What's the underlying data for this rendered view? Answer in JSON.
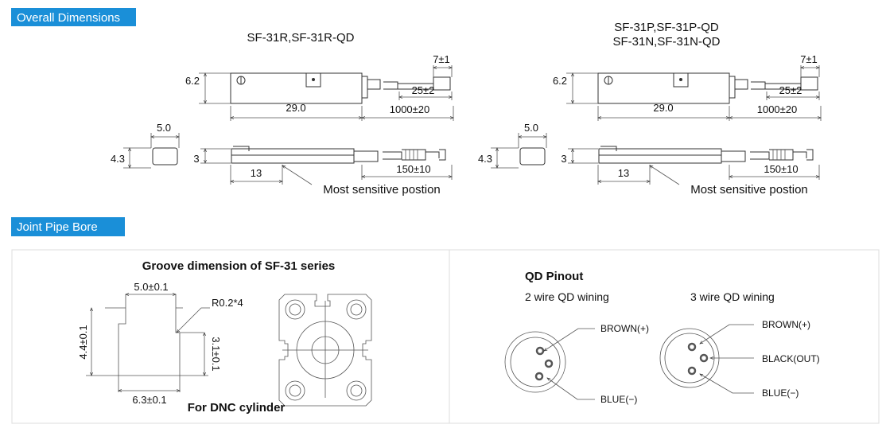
{
  "sections": {
    "overall_dimensions": "Overall Dimensions",
    "joint_pipe_bore": "Joint Pipe Bore"
  },
  "colors": {
    "header_bg": "#1a8fd8",
    "line": "#333333"
  },
  "drawing_left": {
    "title": "SF-31R,SF-31R-QD",
    "height": "6.2",
    "length": "29.0",
    "cable_length": "1000±20",
    "strip": "25±2",
    "tip": "7±1",
    "width": "5.0",
    "block_height": "4.3",
    "thickness": "3",
    "sensor_pos": "13",
    "pigtail": "150±10",
    "note": "Most sensitive postion"
  },
  "drawing_right": {
    "title_line1": "SF-31P,SF-31P-QD",
    "title_line2": "SF-31N,SF-31N-QD",
    "height": "6.2",
    "length": "29.0",
    "cable_length": "1000±20",
    "strip": "25±2",
    "tip": "7±1",
    "width": "5.0",
    "block_height": "4.3",
    "thickness": "3",
    "sensor_pos": "13",
    "pigtail": "150±10",
    "note": "Most sensitive postion"
  },
  "groove": {
    "title": "Groove dimension of SF-31 series",
    "top_width": "5.0±0.1",
    "radius": "R0.2*4",
    "height": "4.4±0.1",
    "inner_height": "3.1±0.1",
    "bottom_width": "6.3±0.1",
    "caption": "For DNC cylinder"
  },
  "pinout": {
    "title": "QD Pinout",
    "two_wire": {
      "label": "2 wire QD wining",
      "brown": "BROWN(+)",
      "blue": "BLUE(−)"
    },
    "three_wire": {
      "label": "3 wire QD wining",
      "brown": "BROWN(+)",
      "black": "BLACK(OUT)",
      "blue": "BLUE(−)"
    }
  }
}
